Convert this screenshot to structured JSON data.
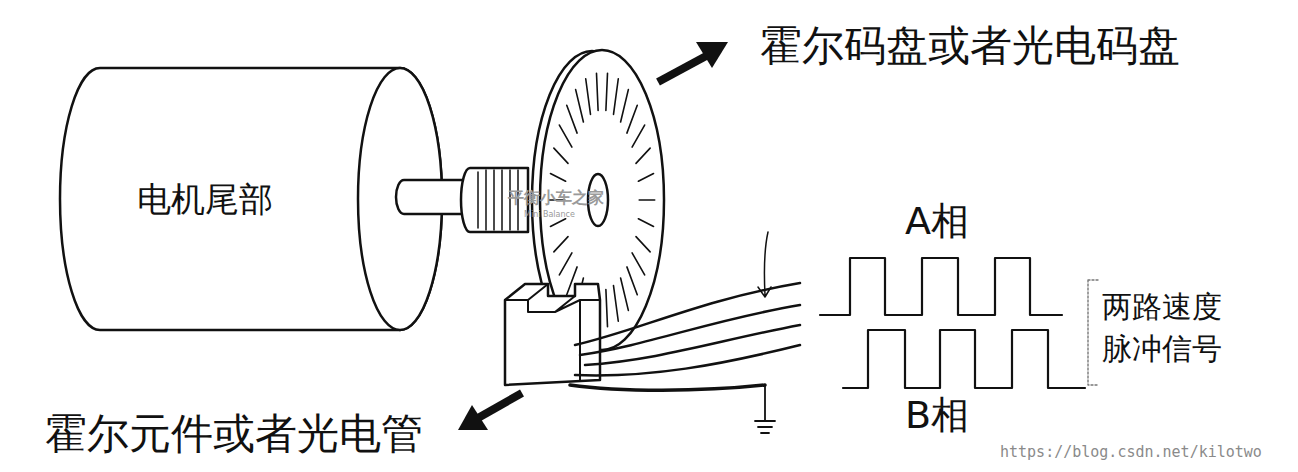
{
  "diagram": {
    "nodes": [
      {
        "text": [
          "电机尾部"
        ]
      }
    ],
    "labels": [
      "霍尔码盘或者光电码盘",
      "霍尔元件或者光电管",
      "A相",
      "B相",
      "两路速度 脉冲信号",
      "平衡小车之家",
      "Mini Balance",
      "https://blog.csdn.net/kilotwo"
    ]
  }
}
